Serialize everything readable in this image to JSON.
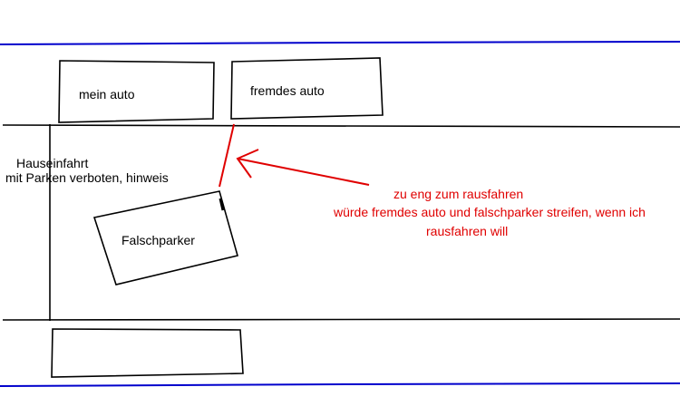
{
  "labels": {
    "my_car": "mein auto",
    "other_car": "fremdes auto",
    "driveway_line1": "Hauseinfahrt",
    "driveway_line2": "mit Parken verboten, hinweis",
    "wrong_parker": "Falschparker",
    "note_line1": "zu eng zum rausfahren",
    "note_line2": "würde fremdes auto und falschparker streifen, wenn ich",
    "note_line3": "rausfahren will"
  },
  "colors": {
    "road_edge": "#0000cc",
    "lines": "#000000",
    "annotation": "#e00000"
  }
}
